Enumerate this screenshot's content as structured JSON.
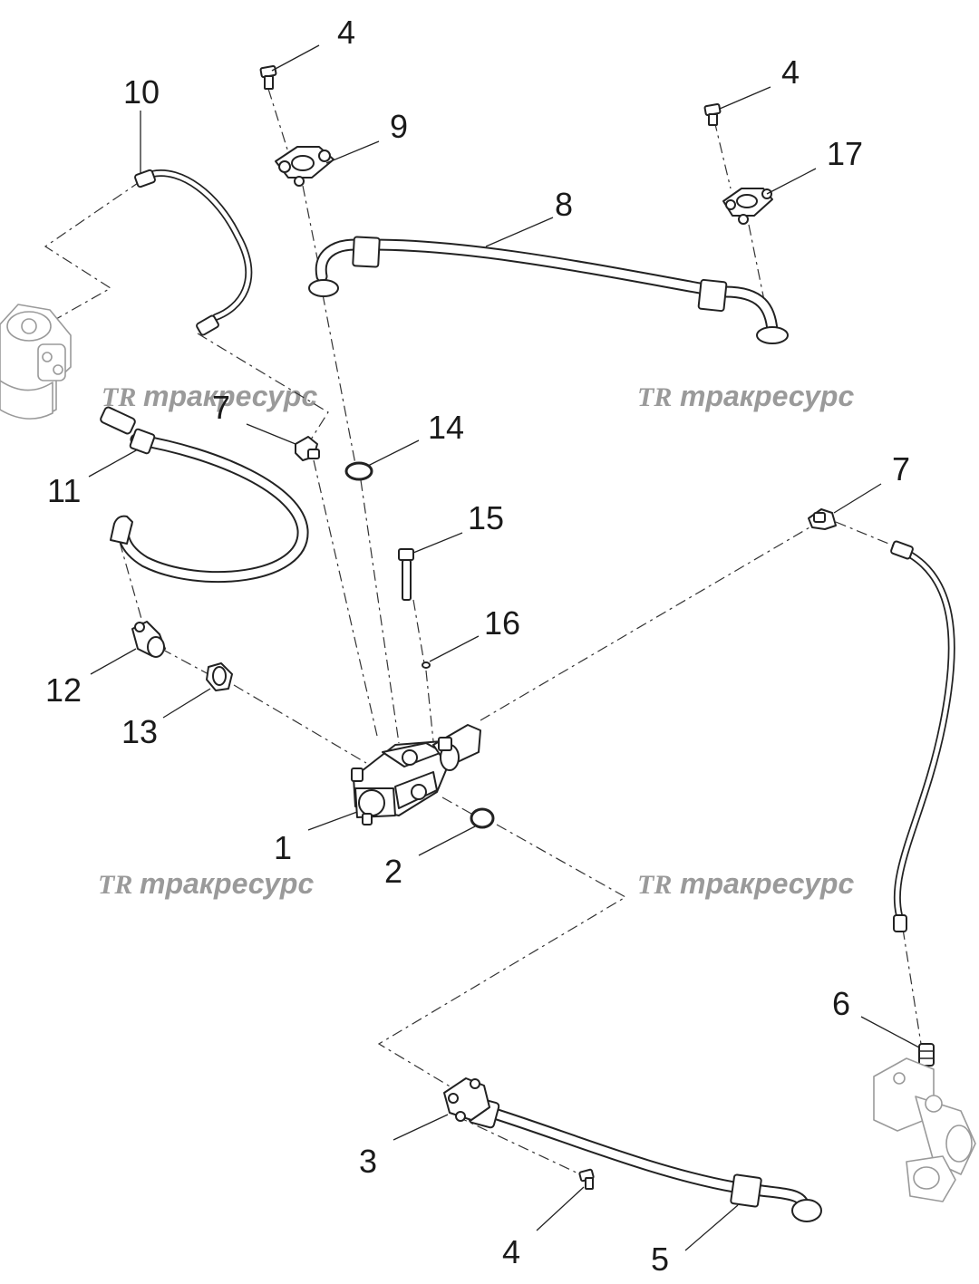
{
  "watermark": {
    "logo": "TR",
    "text": "тракресурс"
  },
  "callouts": {
    "c1": "1",
    "c2": "2",
    "c3": "3",
    "c4a": "4",
    "c4b": "4",
    "c4c": "4",
    "c5": "5",
    "c6": "6",
    "c7a": "7",
    "c7b": "7",
    "c8": "8",
    "c9": "9",
    "c10": "10",
    "c11": "11",
    "c12": "12",
    "c13": "13",
    "c14": "14",
    "c15": "15",
    "c16": "16",
    "c17": "17"
  }
}
